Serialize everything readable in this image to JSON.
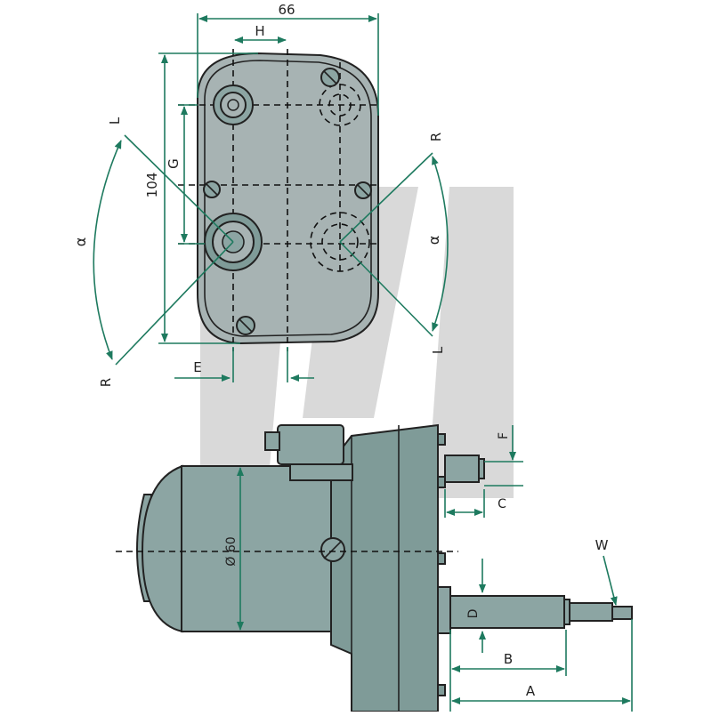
{
  "top_view": {
    "width_label": "66",
    "height_label": "104",
    "labels": {
      "h": "H",
      "g": "G",
      "e": "E"
    },
    "angle": {
      "symbol": "α",
      "left_top": "L",
      "left_bottom": "R",
      "right_top": "R",
      "right_bottom": "L"
    }
  },
  "side_view": {
    "diameter_label": "Ø 60",
    "labels": {
      "a": "A",
      "b": "B",
      "c": "C",
      "d": "D",
      "f": "F",
      "w": "W"
    }
  },
  "colors": {
    "dimension": "#1e7a5f",
    "housing": "#a7b3b3",
    "motor": "#8ca5a3",
    "watermark": "#d9d9d9"
  }
}
